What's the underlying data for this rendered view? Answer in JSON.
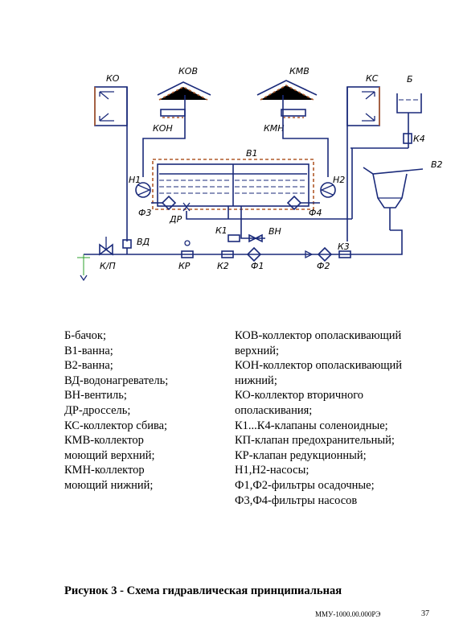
{
  "diagram": {
    "labels": {
      "ko": "КО",
      "kov": "КОВ",
      "kon": "КОН",
      "kmv": "КМВ",
      "kmn": "КМН",
      "ks": "КС",
      "b": "Б",
      "k4": "К4",
      "v1": "В1",
      "v2": "В2",
      "n1": "Н1",
      "n2": "Н2",
      "f3": "Ф3",
      "f4": "Ф4",
      "dr": "ДР",
      "k1": "К1",
      "vn": "ВН",
      "vd": "ВД",
      "kp": "К/П",
      "kr": "КР",
      "k2": "К2",
      "f1": "Ф1",
      "f2": "Ф2",
      "k3": "К3"
    }
  },
  "legend": {
    "left": [
      "Б-бачок;",
      "В1-ванна;",
      "В2-ванна;",
      "ВД-водонагреватель;",
      "ВН-вентиль;",
      "ДР-дроссель;",
      "КС-коллектор сбива;",
      "КМВ-коллектор\nмоющий верхний;",
      "КМН-коллектор\nмоющий нижний;"
    ],
    "right": [
      "КОВ-коллектор ополаскивающий\nверхний;",
      "КОН-коллектор ополаскивающий\nнижний;",
      "КО-коллектор вторичного\nополаскивания;",
      "К1...К4-клапаны соленоидные;",
      "КП-клапан предохранительный;",
      "КР-клапан редукционный;",
      "Н1,Н2-насосы;",
      "Ф1,Ф2-фильтры осадочные;",
      "Ф3,Ф4-фильтры насосов"
    ]
  },
  "caption": "Рисунок 3 - Схема гидравлическая принципиальная",
  "footer": {
    "doc_code": "ММУ-1000.00.000РЭ",
    "page_number": "37"
  }
}
